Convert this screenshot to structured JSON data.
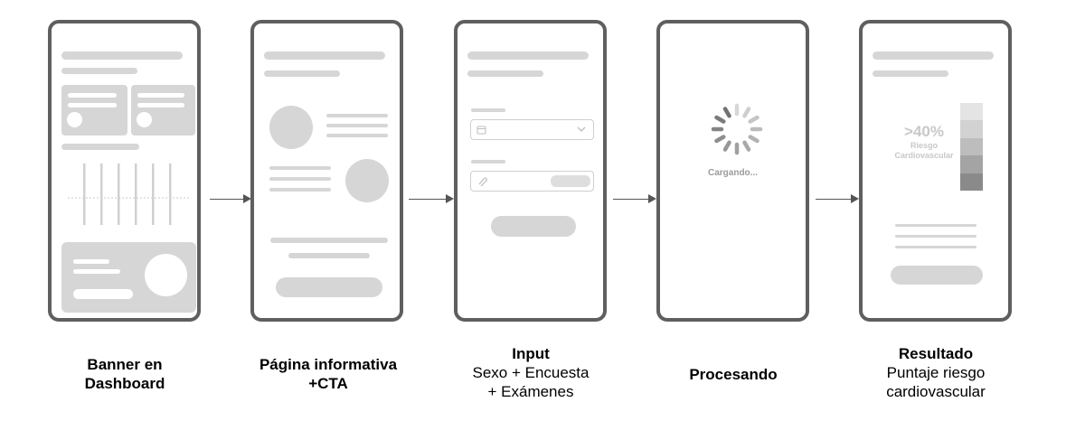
{
  "screens": [
    {
      "title": "Banner en Dashboard"
    },
    {
      "title": "Página informativa +CTA"
    },
    {
      "title": "Input",
      "subtitle_lines": [
        "Sexo + Encuesta",
        "+ Exámenes"
      ]
    },
    {
      "title": "Procesando",
      "loading_text": "Cargando..."
    },
    {
      "title": "Resultado",
      "subtitle_lines": [
        "Puntaje riesgo",
        "cardiovascular"
      ],
      "result_value": ">40%",
      "result_label_1": "Riesgo",
      "result_label_2": "Cardiovascular"
    }
  ],
  "colors": {
    "frame": "#5f5f5f",
    "placeholder": "#d6d6d6",
    "arrow": "#555555"
  }
}
